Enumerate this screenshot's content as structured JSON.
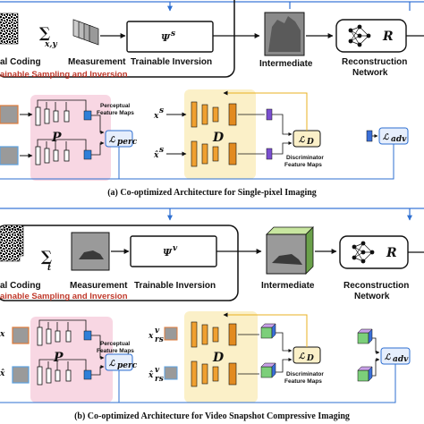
{
  "panel_a": {
    "labels": {
      "coding": "al Coding",
      "measurement": "Measurement",
      "inversion": "Trainable Inversion",
      "intermediate": "Intermediate",
      "reconstruction_1": "Reconstruction",
      "reconstruction_2": "Network",
      "sampling": "ainable Sampling and Inversion",
      "perceptual_1": "Perceptual",
      "perceptual_2": "Feature Maps",
      "discriminator_1": "Discriminator",
      "discriminator_2": "Feature Maps"
    },
    "symbols": {
      "sum": "∑",
      "sum_sub": "x,y",
      "psi": "Ψ",
      "psi_sup": "s",
      "recon": "R",
      "p": "P",
      "d": "D",
      "x": "x",
      "x_hat": "x̂",
      "x_sup": "s",
      "l_perc": "ℒ",
      "l_perc_sub": "perc",
      "l_d": "ℒ",
      "l_d_sub": "D",
      "l_adv": "ℒ",
      "l_adv_sub": "adv"
    },
    "caption": "(a) Co-optimized Architecture for Single-pixel Imaging"
  },
  "panel_b": {
    "labels": {
      "coding": "al Coding",
      "measurement": "Measurement",
      "inversion": "Trainable Inversion",
      "intermediate": "Intermediate",
      "reconstruction_1": "Reconstruction",
      "reconstruction_2": "Network",
      "sampling": "ainable Sampling and Inversion",
      "perceptual_1": "Perceptual",
      "perceptual_2": "Feature Maps",
      "discriminator_1": "Discriminator",
      "discriminator_2": "Feature Maps"
    },
    "symbols": {
      "sum": "∑",
      "sum_sub": "t",
      "psi": "Ψ",
      "psi_sup": "v",
      "recon": "R",
      "p": "P",
      "d": "D",
      "x": "x",
      "x_hat": "x̂",
      "x_sup": "v",
      "x_sub": "rs",
      "l_perc": "ℒ",
      "l_perc_sub": "perc",
      "l_d": "ℒ",
      "l_d_sub": "D",
      "l_adv": "ℒ",
      "l_adv_sub": "adv"
    },
    "caption": "(b) Co-optimized Architecture for Video Snapshot Compressive Imaging"
  },
  "colors": {
    "arrow_blue": "#2e6fd1",
    "feedback_blue": "#3b78d8",
    "red_text": "#c0392b",
    "pink_region": "#f8d7e3",
    "yellow_region": "#fbf0c8",
    "orange_block": "#f0a030",
    "loss_box": "#e6eefc"
  }
}
